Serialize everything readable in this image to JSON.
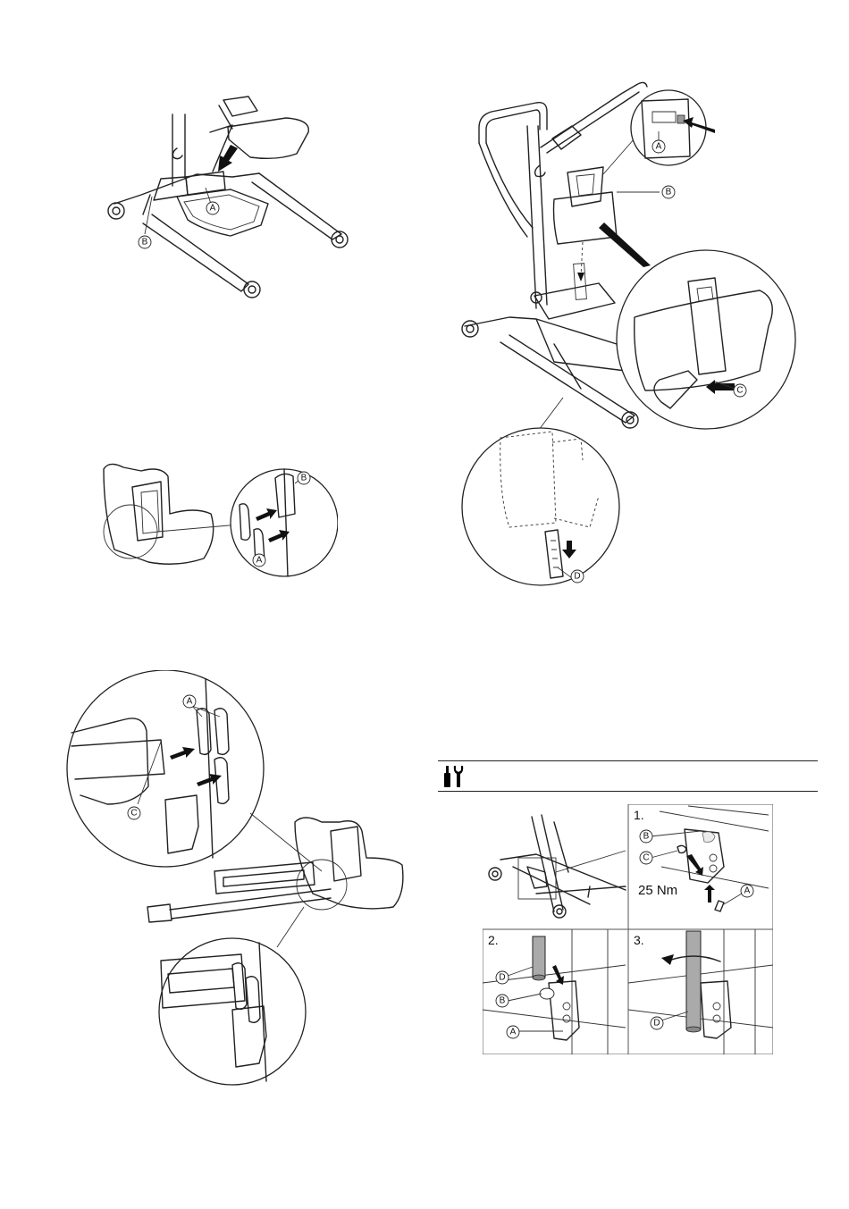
{
  "figures": {
    "fig1": {
      "callouts": [
        "A",
        "B"
      ]
    },
    "fig2": {
      "callouts": [
        "A",
        "B",
        "C",
        "D"
      ]
    },
    "fig3": {
      "callouts": [
        "A",
        "B"
      ]
    },
    "fig4": {
      "callouts": [
        "A",
        "C"
      ]
    },
    "fig5": {
      "tool_icons": [
        "screwdriver-icon",
        "wrench-icon"
      ],
      "steps": [
        {
          "number": "1.",
          "callouts": [
            "B",
            "C",
            "A"
          ],
          "torque": "25 Nm"
        },
        {
          "number": "2.",
          "callouts": [
            "D",
            "B",
            "A"
          ]
        },
        {
          "number": "3.",
          "callouts": [
            "D"
          ]
        }
      ]
    }
  }
}
